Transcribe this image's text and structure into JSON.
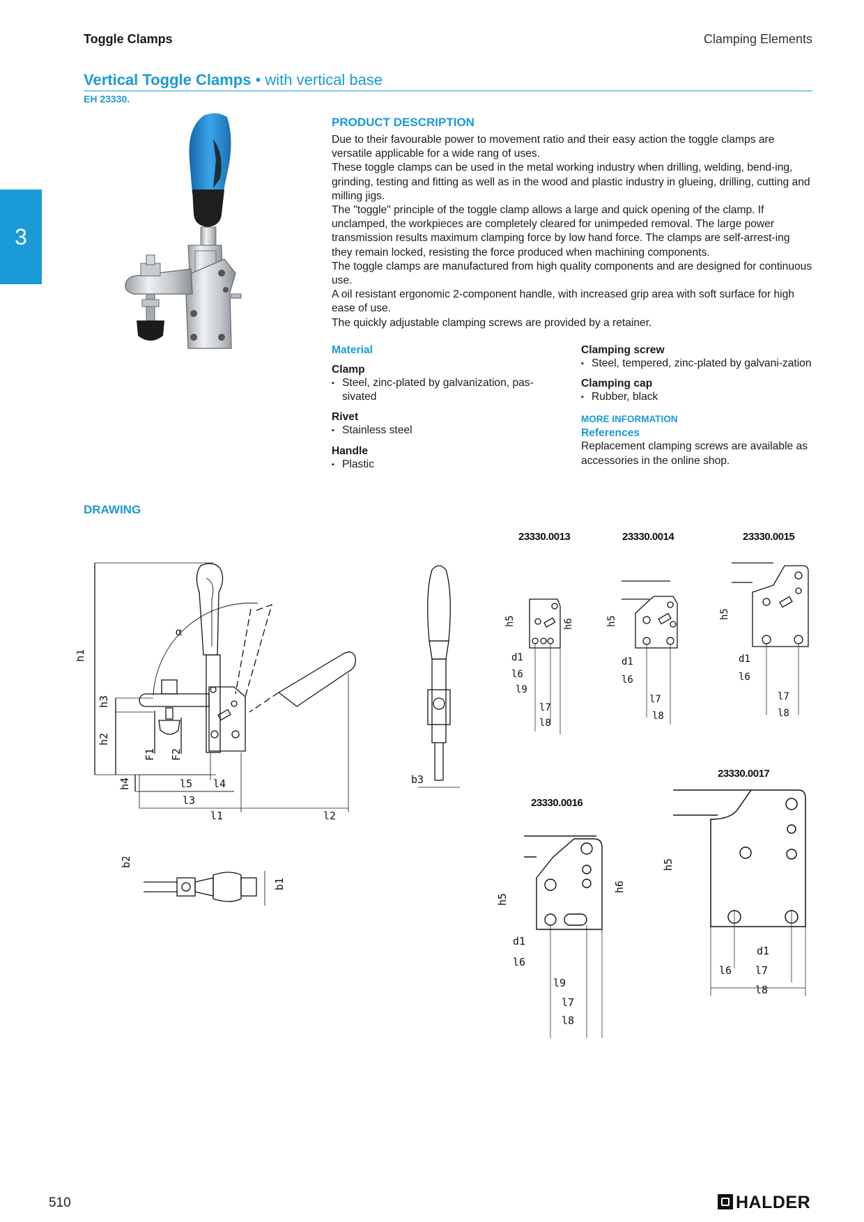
{
  "header": {
    "left": "Toggle Clamps",
    "right": "Clamping Elements"
  },
  "title": {
    "main": "Vertical Toggle Clamps",
    "sep": " • ",
    "sub": "with vertical base",
    "code": "EH 23330."
  },
  "chapter_tab": "3",
  "description": {
    "heading": "PRODUCT DESCRIPTION",
    "paragraphs": [
      "Due to their favourable power to movement ratio and their easy action the toggle clamps are versatile applicable for a wide rang of uses.",
      "These toggle clamps can be used in the metal working industry when drilling, welding, bend-ing, grinding, testing and fitting as well as in the wood and plastic industry in glueing, drilling, cutting and milling jigs.",
      "The \"toggle\" principle of the toggle clamp allows a large and quick opening of the clamp. If unclamped, the workpieces are completely cleared for unimpeded removal. The large power transmission results maximum clamping force by low hand force. The clamps are self-arrest-ing they remain locked, resisting the force produced when machining components.",
      "The toggle clamps are manufactured from high quality components and are designed for continuous use.",
      "A oil resistant ergonomic 2-component handle, with increased grip area with soft surface for high ease of use.",
      "The quickly adjustable clamping screws are provided by a retainer."
    ]
  },
  "material": {
    "heading": "Material",
    "clamp": {
      "label": "Clamp",
      "value": "Steel, zinc-plated by galvanization, pas-sivated"
    },
    "rivet": {
      "label": "Rivet",
      "value": "Stainless steel"
    },
    "handle": {
      "label": "Handle",
      "value": "Plastic"
    },
    "screw": {
      "label": "Clamping screw",
      "value": "Steel, tempered, zinc-plated by galvani-zation"
    },
    "cap": {
      "label": "Clamping cap",
      "value": "Rubber, black"
    }
  },
  "more_info": {
    "heading": "MORE INFORMATION",
    "ref_label": "References",
    "ref_text": "Replacement clamping screws are available as accessories in the online shop."
  },
  "drawing": {
    "heading": "DRAWING",
    "parts": [
      "23330.0013",
      "23330.0014",
      "23330.0015",
      "23330.0016",
      "23330.0017"
    ]
  },
  "colors": {
    "accent": "#1a9ad6",
    "handle_blue": "#1f88d0",
    "handle_black": "#1e1e1e"
  },
  "footer": {
    "page": "510",
    "brand": "HALDER"
  }
}
